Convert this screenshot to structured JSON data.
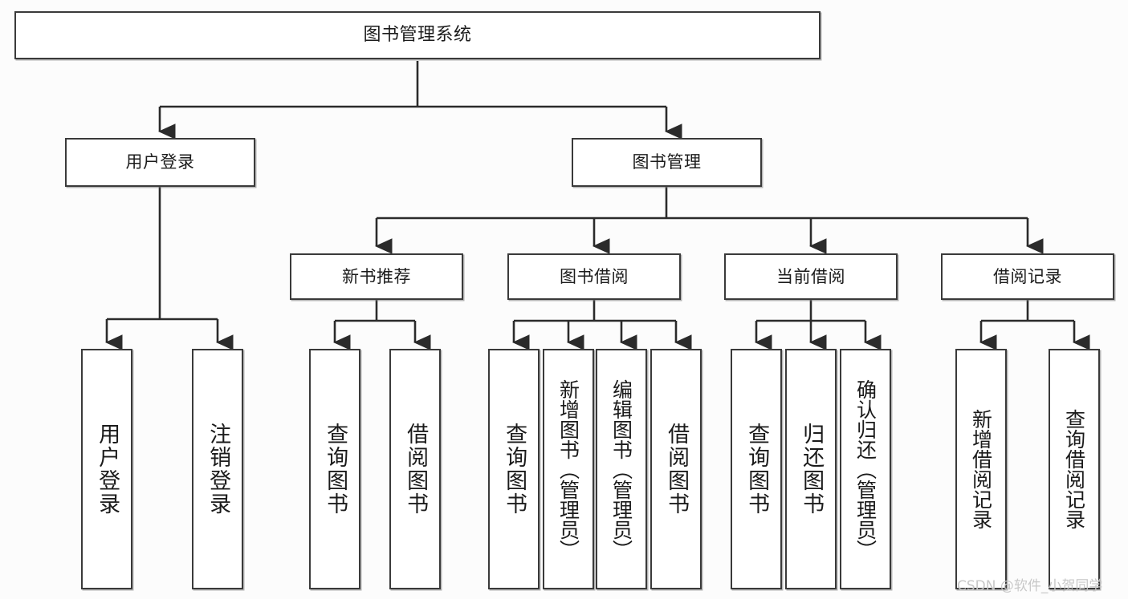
{
  "diagram": {
    "title": "图书管理系统",
    "type": "tree-hierarchy-diagram",
    "colors": {
      "box_border": "#3a3a3a",
      "box_fill": "#ffffff",
      "connector": "#2b2b2b",
      "background": "#fcfcfc",
      "watermark": "#c8c8c8"
    }
  },
  "nodes": {
    "root": {
      "label": "图书管理系统"
    },
    "level2": [
      {
        "id": "user-login",
        "label": "用户登录"
      },
      {
        "id": "book-manage",
        "label": "图书管理"
      }
    ],
    "level3": [
      {
        "id": "new-book-recommend",
        "label": "新书推荐"
      },
      {
        "id": "book-borrow",
        "label": "图书借阅"
      },
      {
        "id": "current-borrow",
        "label": "当前借阅"
      },
      {
        "id": "borrow-record",
        "label": "借阅记录"
      }
    ],
    "leaves": [
      {
        "id": "leaf-user-login",
        "label": "用户登录",
        "parent": "user-login"
      },
      {
        "id": "leaf-logout-login",
        "label": "注销登录",
        "parent": "user-login"
      },
      {
        "id": "leaf-query-book-1",
        "label": "查询图书",
        "parent": "new-book-recommend"
      },
      {
        "id": "leaf-borrow-book-1",
        "label": "借阅图书",
        "parent": "new-book-recommend"
      },
      {
        "id": "leaf-query-book-2",
        "label": "查询图书",
        "parent": "book-borrow"
      },
      {
        "id": "leaf-add-book",
        "label": "新增图书（管理员）",
        "parent": "book-borrow"
      },
      {
        "id": "leaf-edit-book",
        "label": "编辑图书（管理员）",
        "parent": "book-borrow"
      },
      {
        "id": "leaf-borrow-book-2",
        "label": "借阅图书",
        "parent": "book-borrow"
      },
      {
        "id": "leaf-query-book-3",
        "label": "查询图书",
        "parent": "current-borrow"
      },
      {
        "id": "leaf-return-book",
        "label": "归还图书",
        "parent": "current-borrow"
      },
      {
        "id": "leaf-confirm-return",
        "label": "确认归还（管理员）",
        "parent": "current-borrow"
      },
      {
        "id": "leaf-add-record",
        "label": "新增借阅记录",
        "parent": "borrow-record"
      },
      {
        "id": "leaf-query-record",
        "label": "查询借阅记录",
        "parent": "borrow-record"
      }
    ]
  },
  "watermark": {
    "text": "CSDN @软件_小贺同学"
  }
}
